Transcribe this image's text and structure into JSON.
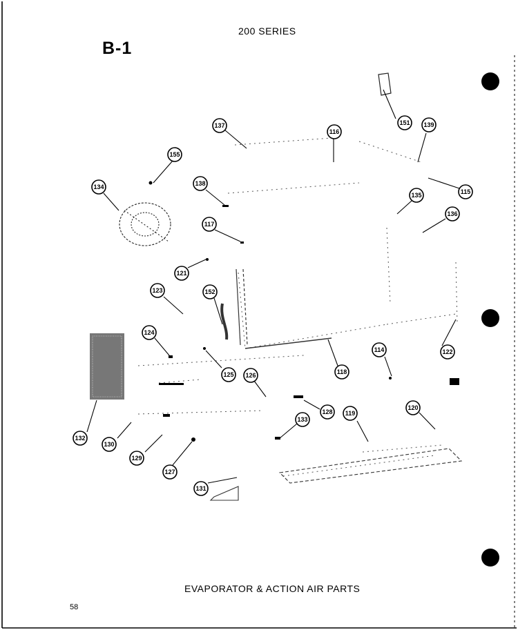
{
  "header": {
    "series": "200 SERIES",
    "section": "B-1"
  },
  "caption": "EVAPORATOR & ACTION AIR PARTS",
  "page_number": "58",
  "callouts": [
    "151",
    "137",
    "116",
    "139",
    "155",
    "134",
    "138",
    "115",
    "135",
    "117",
    "136",
    "121",
    "123",
    "152",
    "124",
    "132",
    "125",
    "126",
    "118",
    "114",
    "122",
    "128",
    "133",
    "119",
    "120",
    "130",
    "129",
    "127",
    "131"
  ]
}
